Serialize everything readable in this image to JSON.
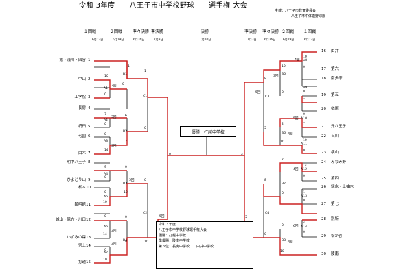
{
  "header": {
    "title": "令和 3年度　　八王子市中学校野球　　選手権 大会",
    "org1": "主催：八王子市教育委員会",
    "org2": "八王子市中体連野球部"
  },
  "rounds_left": [
    {
      "label": "１回戦",
      "date": "6月12日"
    },
    {
      "label": "２回戦",
      "date": "6月19日"
    },
    {
      "label": "準々決勝",
      "date": "6月26日"
    },
    {
      "label": "準決勝",
      "date": "7月3日"
    }
  ],
  "final_round": {
    "label": "決勝",
    "date": "7月10日"
  },
  "rounds_right": [
    {
      "label": "準決勝",
      "date": "7月3日"
    },
    {
      "label": "準々決勝",
      "date": "6月26日"
    },
    {
      "label": "２回戦",
      "date": "6月19日"
    },
    {
      "label": "１回戦",
      "date": "6月12日"
    }
  ],
  "left_teams": [
    {
      "seed": "1",
      "name": "館・浅川・四谷"
    },
    {
      "seed": "2",
      "name": "中山"
    },
    {
      "seed": "3",
      "name": "工学院"
    },
    {
      "seed": "4",
      "name": "長房"
    },
    {
      "seed": "5",
      "name": "椚田"
    },
    {
      "seed": "6",
      "name": "七国"
    },
    {
      "seed": "7",
      "name": "由木"
    },
    {
      "seed": "8",
      "name": "明中八王子"
    },
    {
      "seed": "9",
      "name": "ひよどり山"
    },
    {
      "seed": "10",
      "name": "松木"
    },
    {
      "seed": "11",
      "name": "穎明館"
    },
    {
      "seed": "12",
      "name": "城山・恩方・川口"
    },
    {
      "seed": "13",
      "name": "いずみの森"
    },
    {
      "seed": "14",
      "name": "宮上"
    },
    {
      "seed": "15",
      "name": "打越"
    }
  ],
  "right_teams": [
    {
      "seed": "16",
      "name": "由井"
    },
    {
      "seed": "17",
      "name": "第六"
    },
    {
      "seed": "18",
      "name": "南多摩"
    },
    {
      "seed": "19",
      "name": "第五"
    },
    {
      "seed": "20",
      "name": "楢原"
    },
    {
      "seed": "21",
      "name": "元八王子"
    },
    {
      "seed": "22",
      "name": "石川"
    },
    {
      "seed": "23",
      "name": "横山"
    },
    {
      "seed": "24",
      "name": "みなみ野"
    },
    {
      "seed": "25",
      "name": "第四"
    },
    {
      "seed": "26",
      "name": "鑓水・上柚木"
    },
    {
      "seed": "27",
      "name": "第七"
    },
    {
      "seed": "28",
      "name": "別所"
    },
    {
      "seed": "29",
      "name": "松が谷"
    },
    {
      "seed": "30",
      "name": "陵南"
    }
  ],
  "games": {
    "A1": "A1",
    "A2": "A2",
    "A3": "A3",
    "A4": "A4",
    "A5": "A5",
    "A6": "A6",
    "A7": "A7",
    "B1": "B1",
    "B2": "B2",
    "B3": "B3",
    "B4": "B4",
    "C1": "C1",
    "C2": "C2",
    "A8": "A8",
    "A9": "A9",
    "A10": "A10",
    "A11": "A11",
    "A12": "A12",
    "A13": "A13",
    "A14": "A14",
    "B5": "B5",
    "B6": "B6",
    "B7": "B7",
    "B8": "B8",
    "C3": "C3",
    "C4": "C4"
  },
  "scores_left": {
    "A1_top": "10",
    "A1_bot": "0",
    "A1_note": "3回",
    "A2_top": "7",
    "A2_bot": "0",
    "A3_top": "0",
    "A3_bot": "14",
    "A3_note": "3回",
    "A4_top": "9",
    "A4_bot": "0",
    "A5_top": "0",
    "A5_bot": "10",
    "A6_top": "0",
    "A6_bot": "14",
    "A6_note": "3回",
    "A7_top": "0",
    "A7_bot": "10",
    "B1_top": "1",
    "B1_bot": "0",
    "B2_top": "6",
    "B2_bot": "7",
    "B2_note": "5回",
    "B3_top": "0",
    "B3_bot": "10",
    "B3_note": "5回",
    "B4_top": "0",
    "B4_bot": "8",
    "B4_note": "3回",
    "C1_top": "1",
    "C1_bot": "0",
    "C2_top": "0",
    "C2_bot": "10",
    "C2_note": "5回",
    "F_left": "8"
  },
  "scores_right": {
    "A8_top": "10",
    "A8_bot": "0",
    "A8_note": "4回",
    "A9_top": "0",
    "A9_bot": "7",
    "A10_top": "0",
    "A10_bot": "7",
    "A10_note": "5回",
    "A11_top": "10",
    "A11_bot": "0",
    "A12_top": "14",
    "A12_bot": "0",
    "A12_note": "4回",
    "A13_top": "1",
    "A13_bot": "0",
    "A14_top": "4",
    "A14_bot": "0",
    "A14_note": "6回",
    "B5_top": "10",
    "B5_bot": "0",
    "B5_note": "3回",
    "B6_top": "2",
    "B6_bot": "10",
    "B6_note": "3回",
    "B7_top": "7",
    "B7_bot": "0",
    "B8_top": "0",
    "B8_bot": "10",
    "B8_note": "3回",
    "C3_top": "8",
    "C3_bot": "5",
    "C3_note": "5回",
    "C4_top": "8",
    "C4_bot": "0",
    "F_right": "4",
    "F_note": "5"
  },
  "champion": "優勝：打越中学校",
  "info": {
    "line1": "令和３年度",
    "line2": "八王子市中学校野球選手権大会",
    "line3": "優勝：打越中学校",
    "line4": "準優勝：陵南中学校",
    "line5": "第３位：長房中学校　　由井中学校"
  },
  "colors": {
    "winner": "#cc2222",
    "line": "#000000"
  }
}
